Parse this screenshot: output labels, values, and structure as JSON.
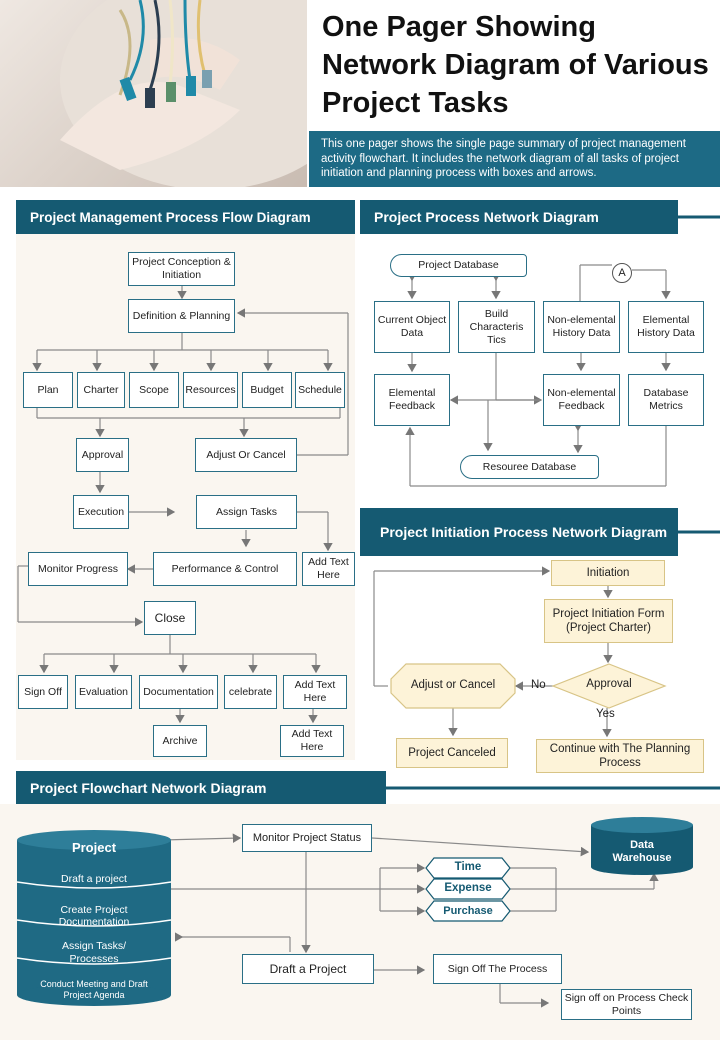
{
  "header": {
    "title": "One Pager Showing Network Diagram of Various Project Tasks",
    "subtitle": "This one pager shows the single page summary of project management activity flowchart. It includes the network diagram of all tasks of project initiation and  planning process with boxes and arrows."
  },
  "pm_flow": {
    "heading": "Project Management Process Flow Diagram",
    "conception": "Project Conception & Initiation",
    "definition": "Definition & Planning",
    "plan": "Plan",
    "charter": "Charter",
    "scope": "Scope",
    "resources": "Resources",
    "budget": "Budget",
    "schedule": "Schedule",
    "approval": "Approval",
    "adjust_cancel": "Adjust Or Cancel",
    "execution": "Execution",
    "assign_tasks": "Assign Tasks",
    "monitor_progress": "Monitor Progress",
    "performance_control": "Performance & Control",
    "add_text_1": "Add Text Here",
    "close": "Close",
    "sign_off": "Sign Off",
    "evaluation": "Evaluation",
    "documentation": "Documentation",
    "celebrate": "celebrate",
    "add_text_2": "Add Text Here",
    "archive": "Archive",
    "add_text_3": "Add Text Here"
  },
  "process_network": {
    "heading": "Project Process Network Diagram",
    "project_database": "Project Database",
    "current_object_data": "Current Object Data",
    "build_characteristics": "Build Characteris Tics",
    "non_elemental_history": "Non-elemental History Data",
    "connector_a": "A",
    "elemental_history": "Elemental History Data",
    "elemental_feedback": "Elemental Feedback",
    "non_elemental_feedback": "Non-elemental Feedback",
    "database_metrics": "Database Metrics",
    "resource_database": "Resouree Database"
  },
  "initiation_network": {
    "heading": "Project Initiation Process Network Diagram",
    "initiation": "Initiation",
    "initiation_form": "Project Initiation Form (Project Charter)",
    "approval": "Approval",
    "no_label": "No",
    "yes_label": "Yes",
    "adjust_cancel": "Adjust or Cancel",
    "project_canceled": "Project Canceled",
    "continue_planning": "Continue with The Planning Process"
  },
  "flowchart_network": {
    "heading": "Project Flowchart Network Diagram",
    "project": "Project",
    "draft_project_layer": "Draft a project",
    "create_documentation": "Create Project Documentation",
    "assign_tasks": "Assign Tasks/ Processes",
    "conduct_meeting": "Conduct Meeting and Draft Project Agenda",
    "monitor_status": "Monitor Project Status",
    "data_warehouse": "Data Warehouse",
    "time": "Time",
    "expense": "Expense",
    "purchase": "Purchase",
    "draft_project": "Draft a Project",
    "sign_off_process": "Sign Off The Process",
    "sign_off_checkpoints": "Sign off on Process Check Points"
  },
  "colors": {
    "primary": "#155a72",
    "accent": "#1d6a85",
    "panel": "#faf6f0",
    "highlight": "#fdf3d8"
  }
}
